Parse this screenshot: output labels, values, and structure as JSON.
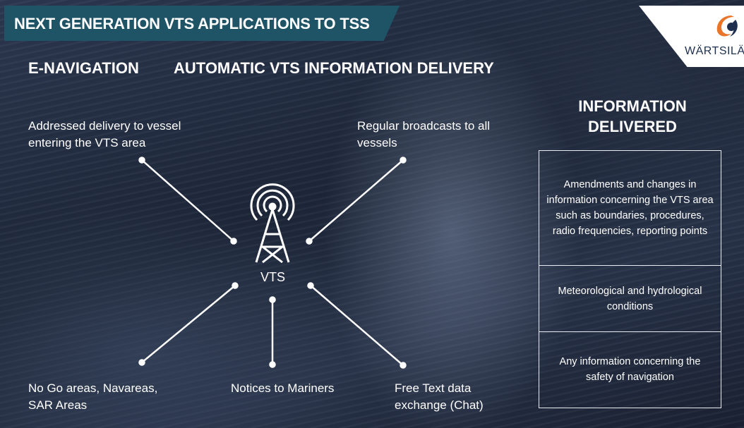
{
  "header": {
    "title": "NEXT GENERATION VTS APPLICATIONS TO TSS",
    "logo_text": "WÄRTSILÄ",
    "logo_icon": "wartsila-logo-icon"
  },
  "headings": {
    "left": "E-NAVIGATION",
    "center": "AUTOMATIC VTS INFORMATION DELIVERY",
    "right": "INFORMATION DELIVERED"
  },
  "diagram": {
    "center_label": "VTS",
    "center_icon": "radio-tower-icon",
    "top_left": "Addressed delivery to vessel entering the VTS area",
    "top_right": "Regular broadcasts to all vessels",
    "bottom_left": "No Go areas, Navareas, SAR Areas",
    "bottom_center": "Notices to Mariners",
    "bottom_right": "Free Text data exchange (Chat)"
  },
  "info_table": {
    "rows": [
      "Amendments and changes in information concerning the VTS area such as boundaries, procedures, radio frequencies, reporting points",
      "Meteorological and hydrological conditions",
      "Any information concerning the safety of navigation"
    ]
  },
  "colors": {
    "banner": "#1f5366",
    "text": "#ffffff",
    "logo_navy": "#1e2f4f",
    "logo_orange": "#e8752a"
  }
}
